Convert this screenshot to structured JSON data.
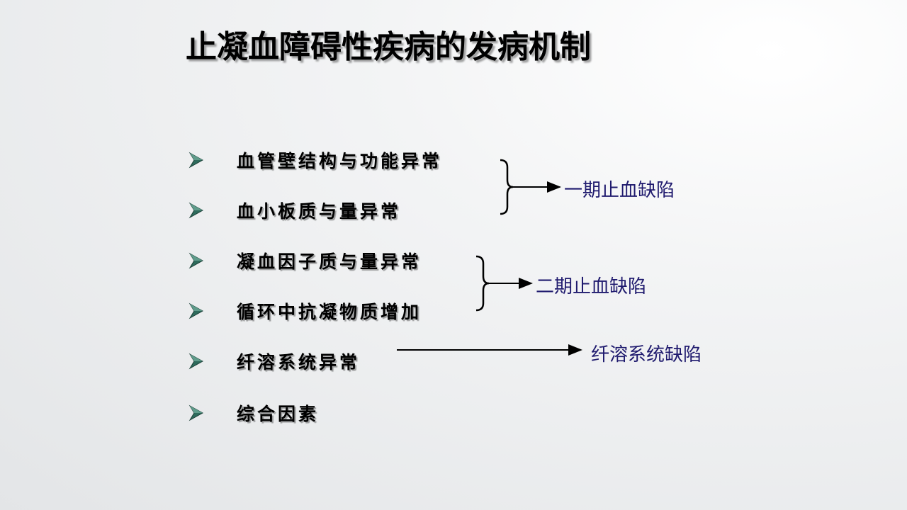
{
  "slide": {
    "title": "止凝血障碍性疾病的发病机制",
    "bullets": [
      {
        "text": "血管壁结构与功能异常",
        "icon": "bullet-arrow-icon"
      },
      {
        "text": "血小板质与量异常",
        "icon": "bullet-arrow-icon"
      },
      {
        "text": "凝血因子质与量异常",
        "icon": "bullet-arrow-icon"
      },
      {
        "text": "循环中抗凝物质增加",
        "icon": "bullet-arrow-icon"
      },
      {
        "text": "纤溶系统异常",
        "icon": "bullet-arrow-icon"
      },
      {
        "text": "综合因素",
        "icon": "bullet-arrow-icon"
      }
    ],
    "defects": {
      "primary": "一期止血缺陷",
      "secondary": "二期止血缺陷",
      "fibrinolytic": "纤溶系统缺陷"
    },
    "colors": {
      "title": "#000000",
      "bullet_text": "#000000",
      "defect_text": "#1f1a6e",
      "bullet_icon": "#2e6b5c"
    }
  }
}
